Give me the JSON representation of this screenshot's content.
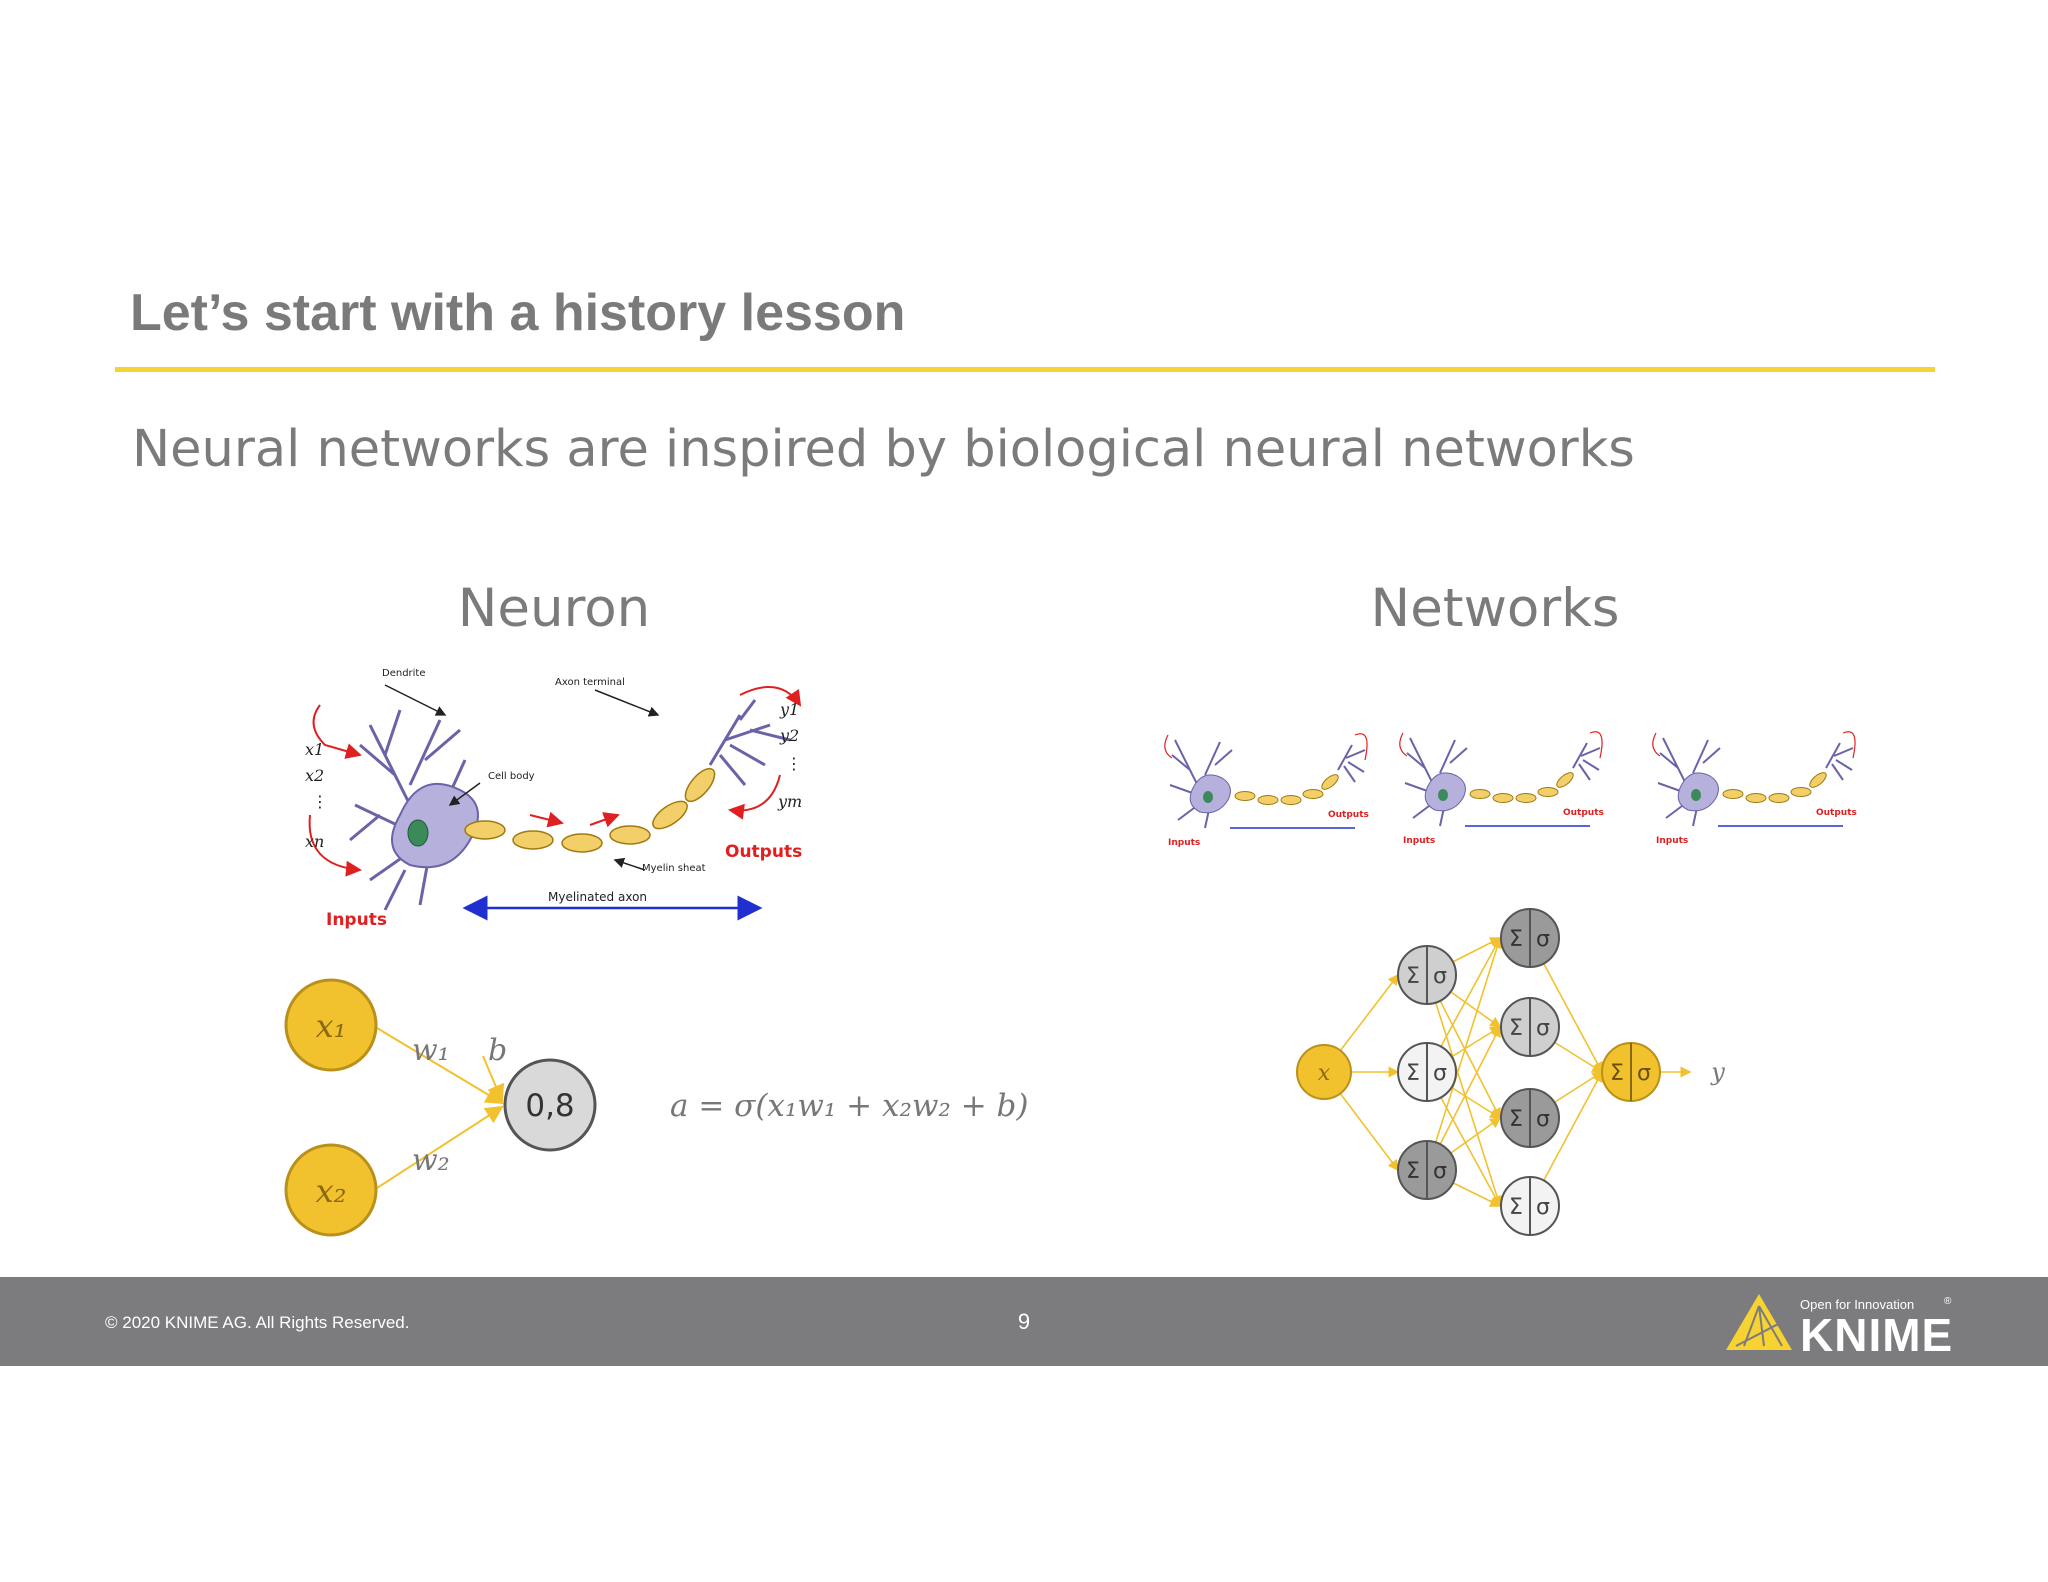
{
  "slide": {
    "title": "Let’s start with a history lesson",
    "subtitle": "Neural networks are inspired by biological neural networks",
    "page_number": "9",
    "copyright": "© 2020 KNIME AG. All Rights Reserved."
  },
  "neuron_section": {
    "heading": "Neuron",
    "diagram_labels": {
      "dendrite": "Dendrite",
      "axon_terminal": "Axon terminal",
      "cell_body": "Cell body",
      "myelin_sheat": "Myelin sheat",
      "myelinated_axon": "Myelinated axon",
      "inputs": "Inputs",
      "outputs": "Outputs",
      "x1": "x1",
      "x2": "x2",
      "xn": "xn",
      "y1": "y1",
      "y2": "y2",
      "ym": "ym"
    },
    "model": {
      "input1": "x₁",
      "input2": "x₂",
      "weight1": "w₁",
      "weight2": "w₂",
      "bias": "b",
      "output_value": "0,8",
      "equation": "a = σ(x₁w₁ + x₂w₂ + b)"
    }
  },
  "networks_section": {
    "heading": "Networks",
    "thumb_labels": {
      "inputs": "Inputs",
      "outputs": "Outputs"
    },
    "network": {
      "input": "x",
      "output": "y",
      "node_symbol_sum": "Σ",
      "node_symbol_sigma": "σ"
    }
  },
  "logo": {
    "tagline": "Open for Innovation",
    "wordmark": "KNIME",
    "registered": "®"
  },
  "colors": {
    "accent_yellow": "#f6d232",
    "node_yellow": "#f2c12e",
    "footer_gray": "#7c7c7e",
    "text_gray": "#7b7b7b",
    "neuron_purple": "#b5b0dc",
    "myelin_yellow": "#f3cf6a",
    "label_red": "#e02020",
    "axon_blue": "#2030d0"
  }
}
